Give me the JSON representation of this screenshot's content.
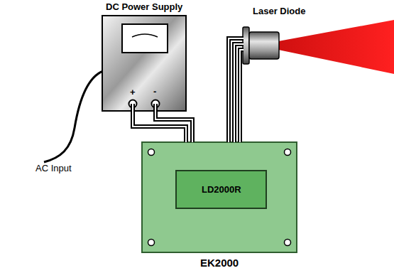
{
  "diagram": {
    "nodes": [
      {
        "text": [
          "DC Power Supply"
        ]
      },
      {
        "text": [
          "Laser Diode"
        ]
      },
      {
        "text": [
          "EK2000"
        ]
      },
      {
        "text": [
          "LD2000R"
        ],
        "in": 2
      }
    ],
    "edges": [
      {
        "from": 0,
        "to": 2,
        "arrow": "none"
      },
      {
        "from": 2,
        "to": 1,
        "arrow": "none"
      }
    ],
    "labels": [
      "AC Input",
      "+",
      "-"
    ]
  }
}
